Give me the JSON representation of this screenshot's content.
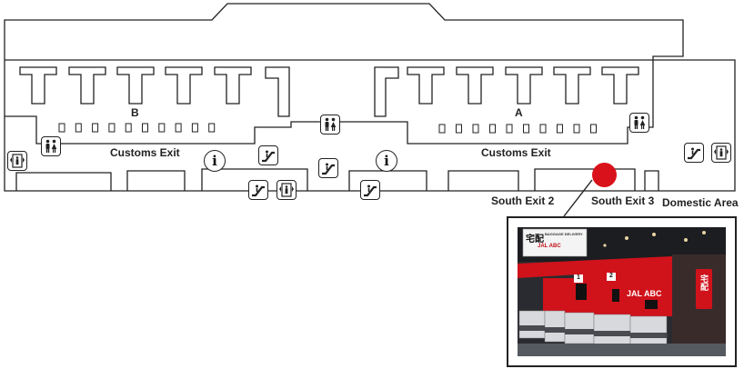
{
  "map": {
    "gate_area_labels": [
      "B",
      "A"
    ],
    "customs_exit_left": "Customs Exit",
    "customs_exit_right": "Customs Exit",
    "south_exit_2": "South Exit 2",
    "south_exit_3": "South Exit 3",
    "domestic_area": "Domestic Area",
    "info_glyph": "i"
  },
  "location_marker": {
    "color": "#d9111b",
    "marks": "South Exit 3"
  },
  "icons": {
    "restroom": "restroom-icon",
    "escalator": "escalator-icon",
    "elevator": "elevator-icon",
    "information": "information-icon"
  },
  "photo": {
    "sign_top_jp": "宅配",
    "sign_top_en": "BAGGAGE DELIVERY",
    "sign_top_brand": "JAL ABC",
    "counter_brand": "JAL ABC",
    "side_sign_jp": "宅配",
    "counter_numbers": [
      "1",
      "2"
    ],
    "accent_red": "#d0121b"
  }
}
